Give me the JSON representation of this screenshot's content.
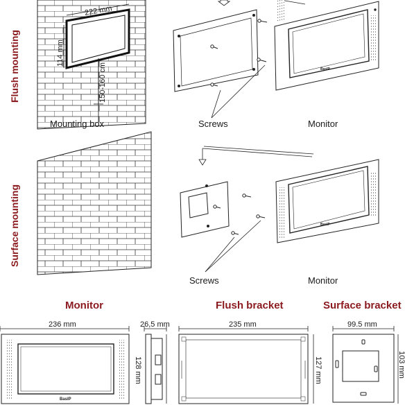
{
  "colors": {
    "accent": "#8b1a1f",
    "line": "#1a1a1a",
    "panel": "#ffffff"
  },
  "flush": {
    "section_label": "Flush mounting",
    "dim_width": "222 mm",
    "dim_height": "114 mm",
    "dim_depth": "150-160 cm",
    "mounting_box_label": "Mounting box",
    "screws_label": "Screws",
    "monitor_label": "Monitor"
  },
  "surface": {
    "section_label": "Surface mounting",
    "screws_label": "Screws",
    "monitor_label": "Monitor"
  },
  "dimensions": {
    "monitor_title": "Monitor",
    "flush_bracket_title": "Flush bracket",
    "surface_bracket_title": "Surface bracket",
    "monitor_width": "236 mm",
    "monitor_depth": "26,5 mm",
    "monitor_height": "128 mm",
    "flush_bracket_width": "235 mm",
    "flush_bracket_height": "127 mm",
    "surface_bracket_width": "99.5 mm",
    "surface_bracket_height": "103 mm",
    "brand_logo_text": "BasIP"
  }
}
